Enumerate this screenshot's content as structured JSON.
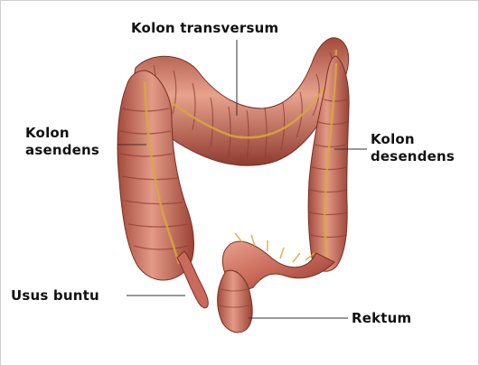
{
  "labels": {
    "transverse": "Kolon transversum",
    "ascending_line1": "Kolon",
    "ascending_line2": "asendens",
    "descending_line1": "Kolon",
    "descending_line2": "desendens",
    "appendix": "Usus buntu",
    "rectum": "Rektum"
  },
  "colors": {
    "intestine": "#c96a5a",
    "intestine_dark": "#8f3b30",
    "intestine_light": "#e9a08c",
    "vessel": "#d9a83a",
    "leader_line": "#333333"
  }
}
